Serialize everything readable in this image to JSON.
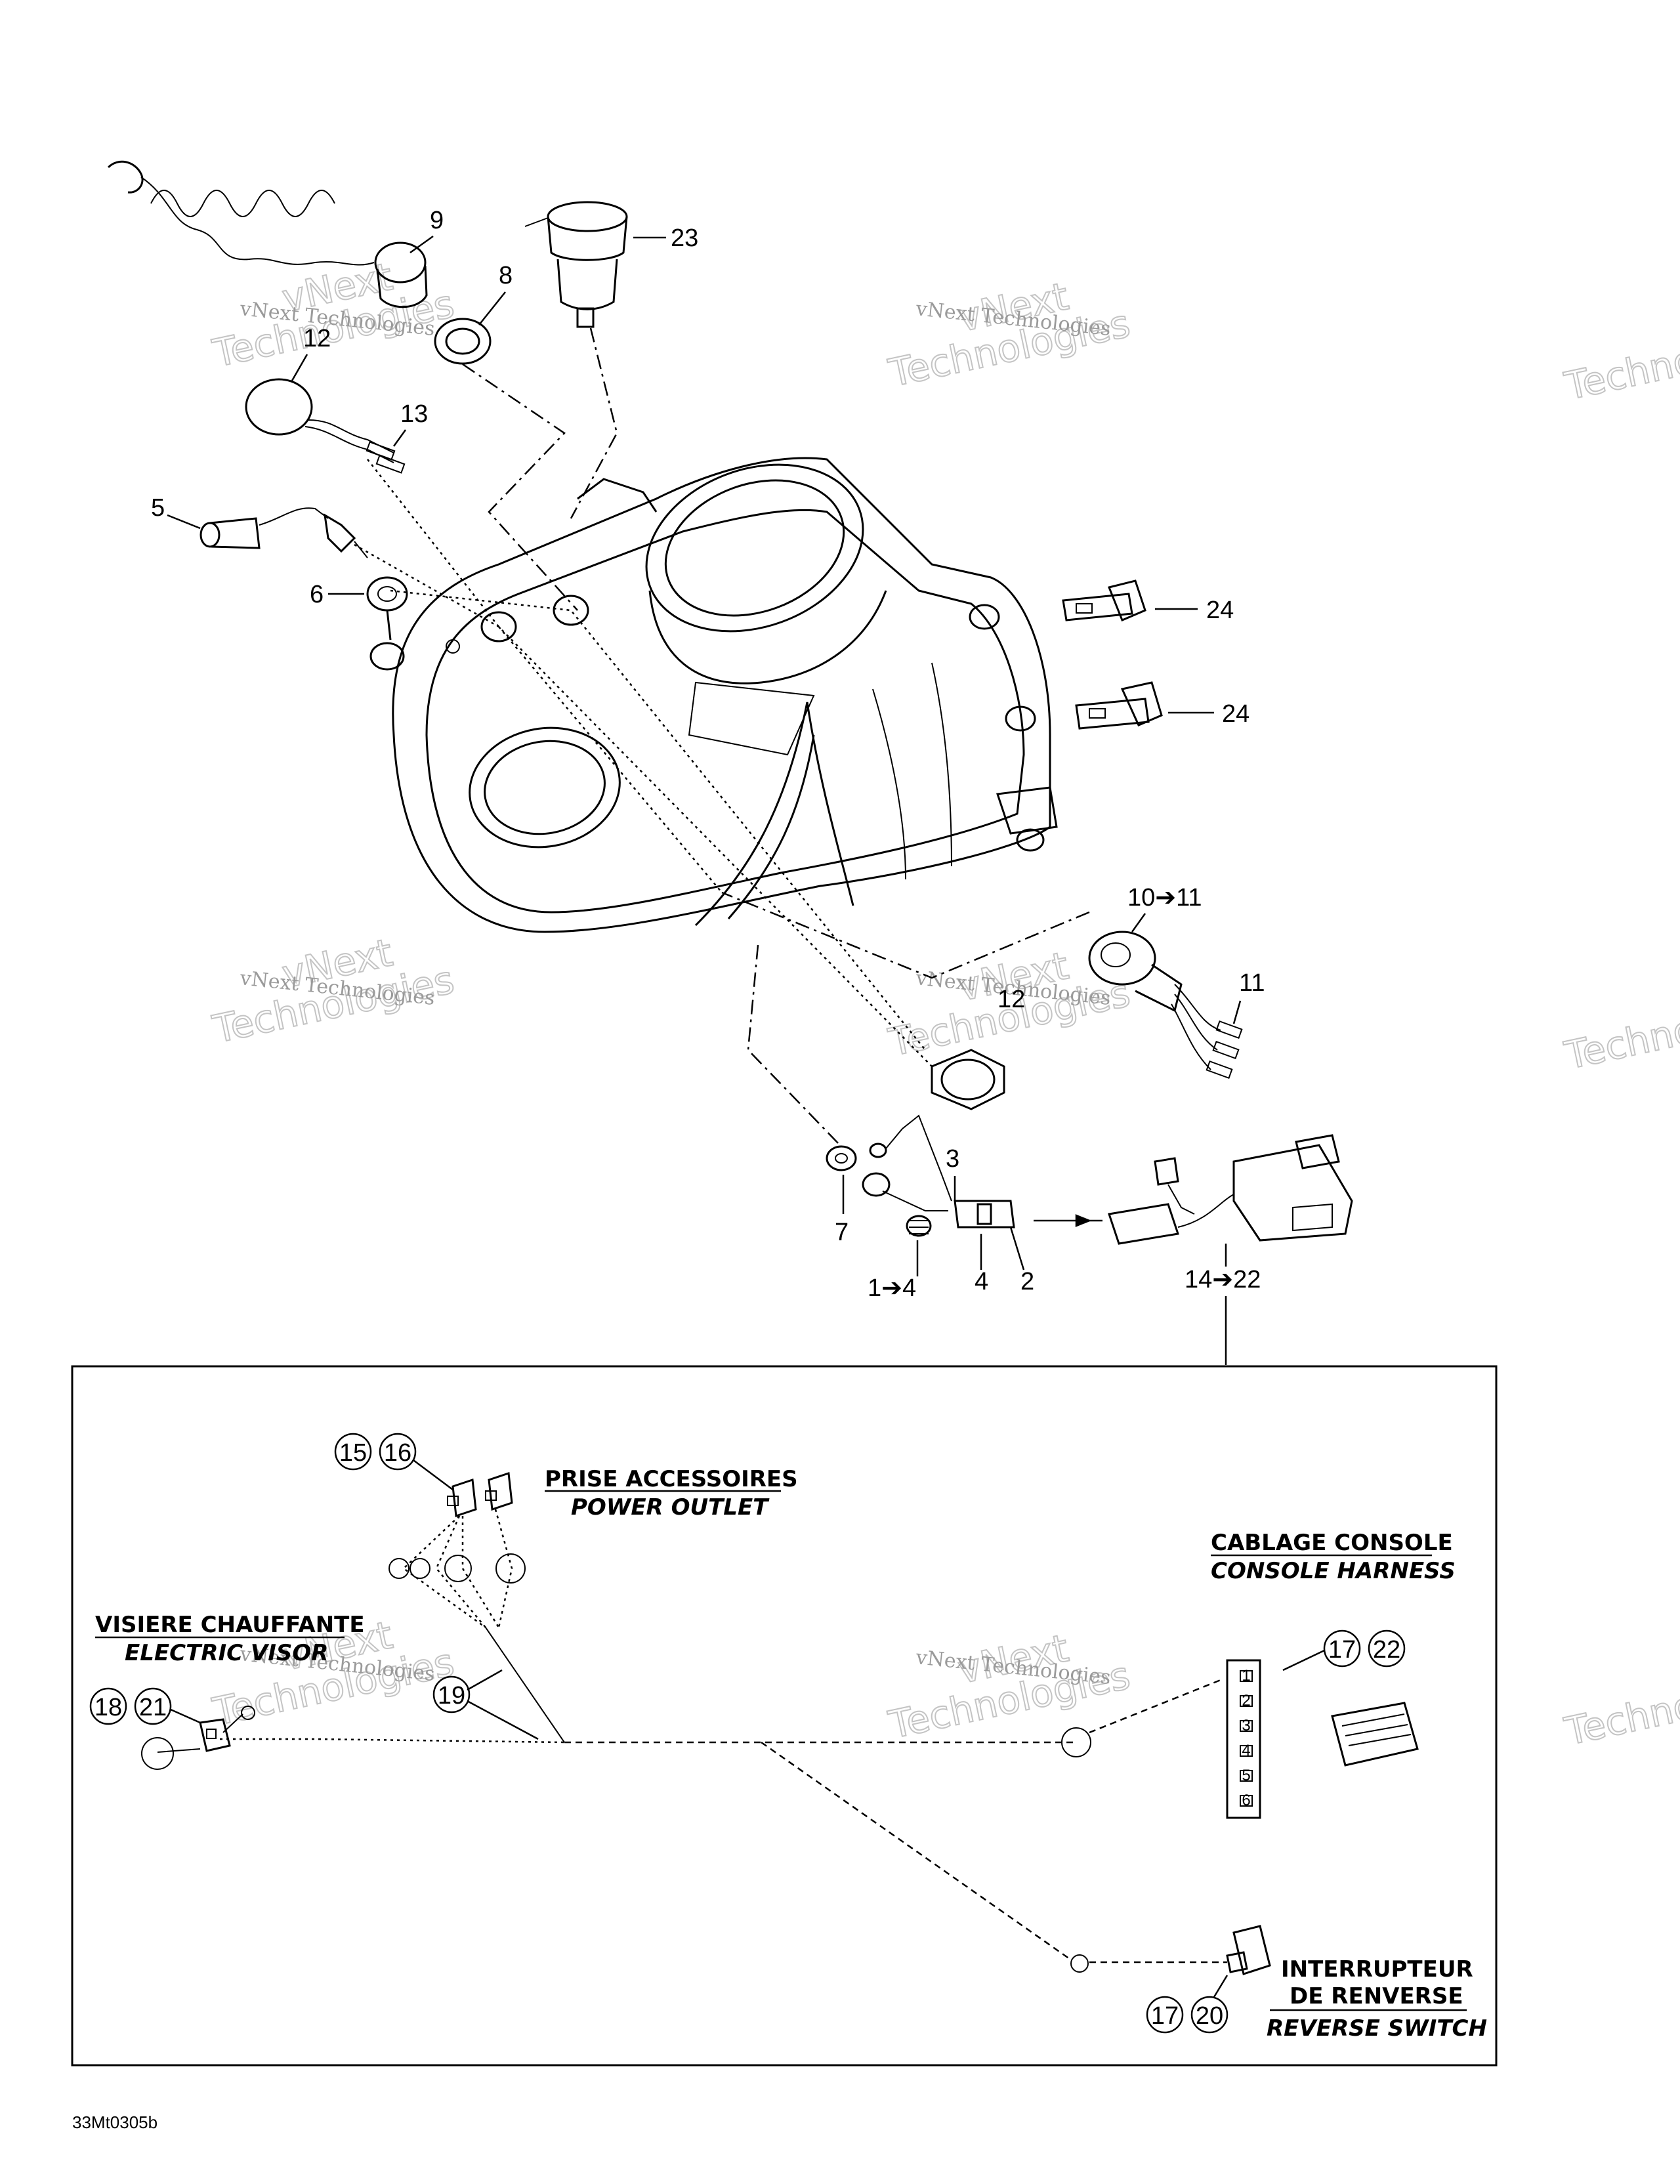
{
  "callouts": {
    "c9": "9",
    "c23": "23",
    "c8": "8",
    "c12a": "12",
    "c13": "13",
    "c5": "5",
    "c6": "6",
    "c24a": "24",
    "c24b": "24",
    "c10_11": "10➔11",
    "c11": "11",
    "c12b": "12",
    "c3": "3",
    "c7": "7",
    "c1_4": "1➔4",
    "c4": "4",
    "c2": "2",
    "c14_22": "14➔22"
  },
  "circled": {
    "c15": "15",
    "c16": "16",
    "c18": "18",
    "c21": "21",
    "c19": "19",
    "c17a": "17",
    "c22": "22",
    "c17b": "17",
    "c20": "20"
  },
  "labels": {
    "power_outlet_fr": "PRISE ACCESSOIRES",
    "power_outlet_en": "POWER OUTLET",
    "console_harness_fr": "CABLAGE CONSOLE",
    "console_harness_en": "CONSOLE HARNESS",
    "visor_fr": "VISIERE CHAUFFANTE",
    "visor_en": "ELECTRIC VISOR",
    "reverse_fr_1": "INTERRUPTEUR",
    "reverse_fr_2": "DE RENVERSE",
    "reverse_en": "REVERSE SWITCH"
  },
  "pin_labels": [
    "1",
    "2",
    "3",
    "4",
    "5",
    "6"
  ],
  "drawing_code": "33Mt0305b",
  "watermark": {
    "line1": "vNext Technologies",
    "line2": "vNext",
    "line3": "Technologies"
  }
}
